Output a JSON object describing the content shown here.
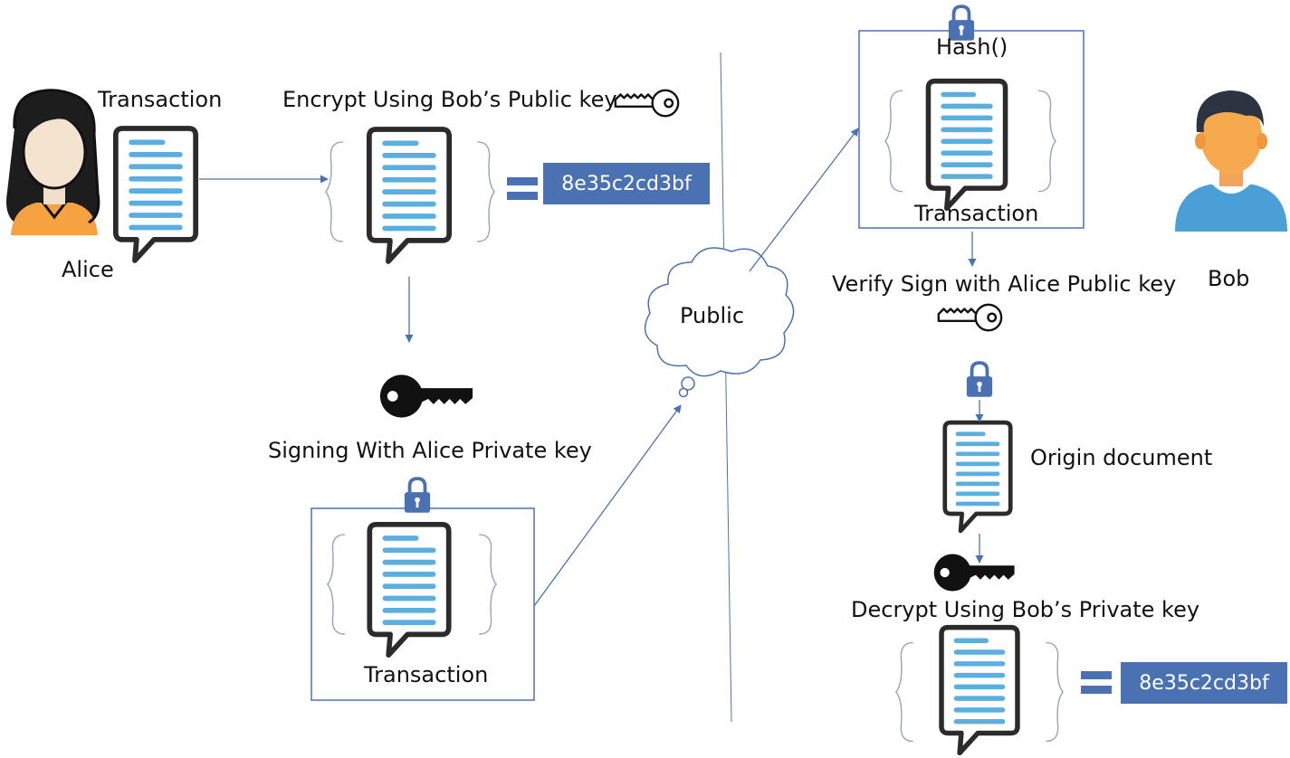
{
  "colors": {
    "arrow": "#4a72b2",
    "frame": "#4a72b2",
    "hash_box": "#4a72b2",
    "doc_lines": "#5aaee0",
    "lock": "#4a72b2"
  },
  "alice": {
    "name": "Alice",
    "transaction_label": "Transaction"
  },
  "encrypt_step": {
    "label": "Encrypt Using Bob’s Public key",
    "hash_value": "8e35c2cd3bf"
  },
  "sign_step": {
    "label": "Signing With Alice Private key",
    "signed_doc_label": "Transaction"
  },
  "network": {
    "cloud_label": "Public"
  },
  "hash_step": {
    "label": "Hash()",
    "doc_label": "Transaction"
  },
  "verify_step": {
    "label": "Verify Sign with Alice Public key"
  },
  "origin_step": {
    "label": "Origin document"
  },
  "decrypt_step": {
    "label": "Decrypt Using Bob’s Private key",
    "hash_value": "8e35c2cd3bf"
  },
  "bob": {
    "name": "Bob"
  }
}
